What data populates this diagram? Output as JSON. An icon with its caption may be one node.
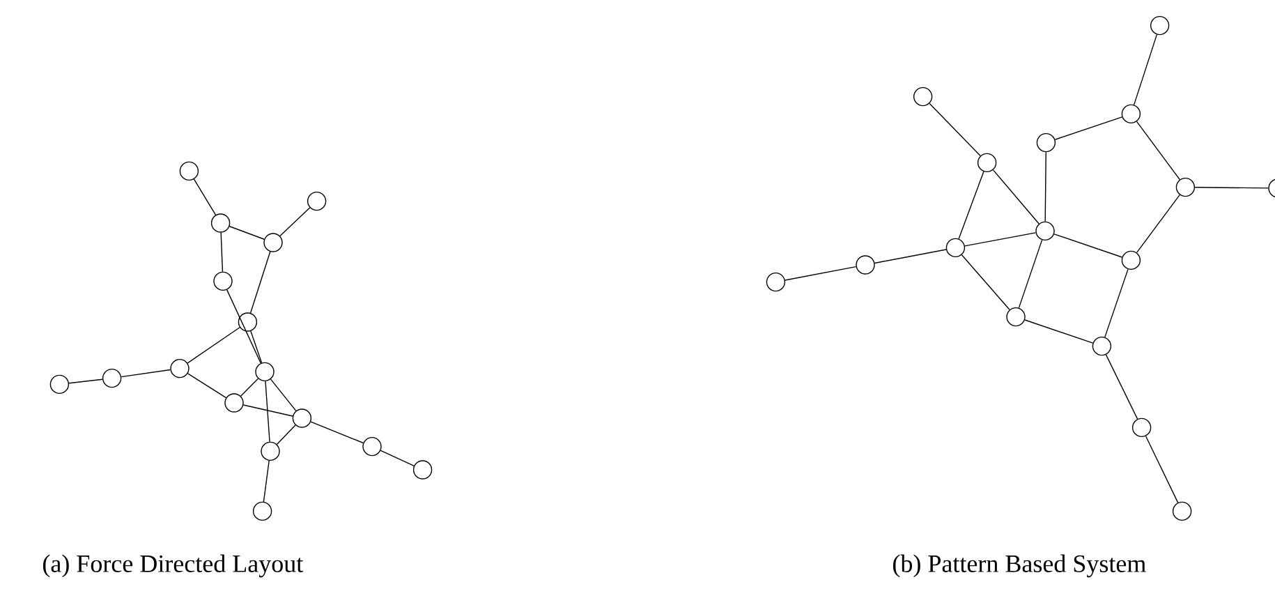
{
  "diagram": {
    "nodes": [
      {
        "text": [],
        "shape": "circle"
      },
      {
        "text": [],
        "shape": "circle"
      },
      {
        "text": [],
        "shape": "circle"
      },
      {
        "text": [],
        "shape": "circle"
      },
      {
        "text": [],
        "shape": "circle"
      },
      {
        "text": [],
        "shape": "circle"
      },
      {
        "text": [],
        "shape": "circle"
      },
      {
        "text": [],
        "shape": "circle"
      },
      {
        "text": [],
        "shape": "circle"
      },
      {
        "text": [],
        "shape": "circle"
      },
      {
        "text": [],
        "shape": "circle"
      },
      {
        "text": [],
        "shape": "circle"
      },
      {
        "text": [],
        "shape": "circle"
      },
      {
        "text": [],
        "shape": "circle"
      },
      {
        "text": [],
        "shape": "circle"
      },
      {
        "text": [],
        "shape": "circle"
      },
      {
        "text": [],
        "shape": "circle"
      },
      {
        "text": [],
        "shape": "circle"
      },
      {
        "text": [],
        "shape": "circle"
      },
      {
        "text": [],
        "shape": "circle"
      },
      {
        "text": [],
        "shape": "circle"
      },
      {
        "text": [],
        "shape": "circle"
      },
      {
        "text": [],
        "shape": "circle"
      },
      {
        "text": [],
        "shape": "circle"
      },
      {
        "text": [],
        "shape": "circle"
      },
      {
        "text": [],
        "shape": "circle"
      },
      {
        "text": [],
        "shape": "circle"
      },
      {
        "text": [],
        "shape": "circle"
      },
      {
        "text": [],
        "shape": "circle"
      },
      {
        "text": [],
        "shape": "circle"
      },
      {
        "text": [],
        "shape": "circle"
      },
      {
        "text": [],
        "shape": "circle"
      }
    ],
    "edges": [
      {
        "from": 0,
        "to": 2,
        "arrow": "none"
      },
      {
        "from": 2,
        "to": 3,
        "arrow": "none"
      },
      {
        "from": 1,
        "to": 3,
        "arrow": "none"
      },
      {
        "from": 2,
        "to": 4,
        "arrow": "none"
      },
      {
        "from": 3,
        "to": 5,
        "arrow": "none"
      },
      {
        "from": 4,
        "to": 9,
        "arrow": "none"
      },
      {
        "from": 5,
        "to": 9,
        "arrow": "none"
      },
      {
        "from": 5,
        "to": 8,
        "arrow": "none"
      },
      {
        "from": 8,
        "to": 7,
        "arrow": "none"
      },
      {
        "from": 7,
        "to": 6,
        "arrow": "none"
      },
      {
        "from": 8,
        "to": 10,
        "arrow": "none"
      },
      {
        "from": 10,
        "to": 9,
        "arrow": "none"
      },
      {
        "from": 10,
        "to": 11,
        "arrow": "none"
      },
      {
        "from": 9,
        "to": 11,
        "arrow": "none"
      },
      {
        "from": 9,
        "to": 14,
        "arrow": "none"
      },
      {
        "from": 11,
        "to": 14,
        "arrow": "none"
      },
      {
        "from": 14,
        "to": 15,
        "arrow": "none"
      },
      {
        "from": 11,
        "to": 12,
        "arrow": "none"
      },
      {
        "from": 12,
        "to": 13,
        "arrow": "none"
      },
      {
        "from": 16,
        "to": 18,
        "arrow": "none"
      },
      {
        "from": 18,
        "to": 19,
        "arrow": "none"
      },
      {
        "from": 18,
        "to": 21,
        "arrow": "none"
      },
      {
        "from": 21,
        "to": 22,
        "arrow": "none"
      },
      {
        "from": 19,
        "to": 23,
        "arrow": "none"
      },
      {
        "from": 17,
        "to": 20,
        "arrow": "none"
      },
      {
        "from": 20,
        "to": 23,
        "arrow": "none"
      },
      {
        "from": 20,
        "to": 24,
        "arrow": "none"
      },
      {
        "from": 24,
        "to": 23,
        "arrow": "none"
      },
      {
        "from": 24,
        "to": 26,
        "arrow": "none"
      },
      {
        "from": 26,
        "to": 27,
        "arrow": "none"
      },
      {
        "from": 24,
        "to": 28,
        "arrow": "none"
      },
      {
        "from": 23,
        "to": 28,
        "arrow": "none"
      },
      {
        "from": 23,
        "to": 25,
        "arrow": "none"
      },
      {
        "from": 21,
        "to": 25,
        "arrow": "none"
      },
      {
        "from": 25,
        "to": 29,
        "arrow": "none"
      },
      {
        "from": 28,
        "to": 29,
        "arrow": "none"
      },
      {
        "from": 29,
        "to": 30,
        "arrow": "none"
      },
      {
        "from": 30,
        "to": 31,
        "arrow": "none"
      }
    ],
    "labels": [
      "(a) Force Directed Layout",
      "(b) Pattern Based System"
    ]
  }
}
